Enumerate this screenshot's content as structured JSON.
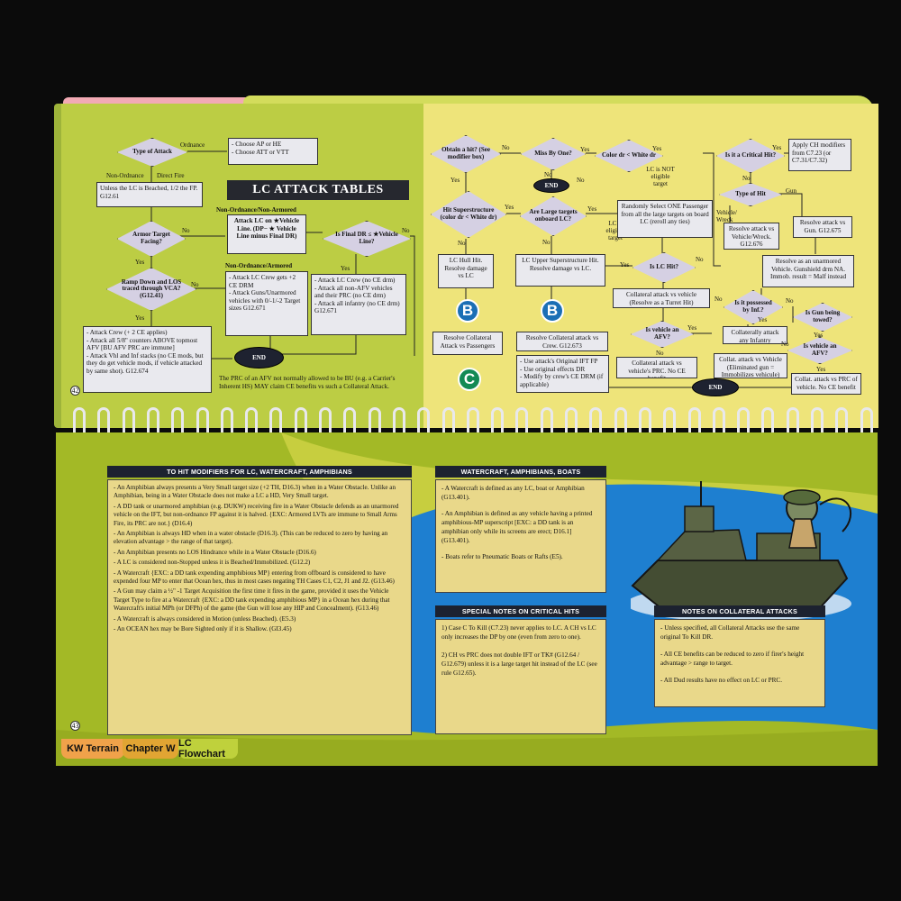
{
  "left_flow": {
    "title": "LC ATTACK TABLES",
    "type_of_attack": "Type of Attack",
    "ordnance_lbl": "Ordnance",
    "ordnance_box": "- Choose AP or HE\n- Choose ATT or VTT",
    "non_ordnance_lbl": "Non-Ordnance",
    "direct_fire_lbl": "Direct Fire",
    "beached_box": "Unless the LC is Beached, 1/2 the FP.                G12.61",
    "armor_facing": "Armor Target Facing?",
    "no_lbl_1": "No",
    "yes_lbl_1": "Yes",
    "ramp_down": "Ramp Down and LOS traced through VCA? (G12.41)",
    "no_lbl_2": "No",
    "yes_lbl_2": "Yes",
    "nona_header": "Non-Ordnance/Non-Armored",
    "attack_lc_box": "Attack LC on ★Vehicle Line. (DP− ★ Vehicle Line minus Final DR)",
    "final_dr": "Is Final DR ≤ ★Vehicle Line?",
    "no_lbl_3": "No",
    "yes_lbl_3": "Yes",
    "noa_header": "Non-Ordnance/Armored",
    "lc_crew_box": "- Attack LC Crew gets +2 CE DRM\n- Attack Guns/Unarmored vehicles with 0/-1/-2 Target sizes                G12.671",
    "crew_no_ce_box": "- Attack LC Crew (no CE drm)\n- Attack all non-AFV vehicles and their PRC (no CE drm)\n- Attack all infantry (no CE drm)              G12.671",
    "attack_crew_box": "- Attack Crew (+ 2 CE applies)\n- Attack all 5/8\" counters ABOVE topmost AFV [BU AFV PRC are immune]\n- Attack Vhl and Inf stacks (no CE mods, but they do get vehicle mods, if vehicle attacked by same shot).          G12.674",
    "end_lbl": "END",
    "footnote": "The PRC of an AFV not normally allowed to be BU (e.g. a Carrier's Inherent HS) MAY claim CE benefits vs such a Collateral Attack.",
    "page_num": "42"
  },
  "right_flow": {
    "obtain_hit": "Obtain a hit? (See modifier box)",
    "miss_by_one": "Miss By One?",
    "color_dr": "Color dr < White dr",
    "end1": "END",
    "lc_not_eligible": "LC is NOT eligible target",
    "hit_superstructure": "Hit Superstructure (color dr < White dr)",
    "large_targets": "Are Large targets onboard LC?",
    "lc_eligible": "LC is eligible target",
    "randomly_select": "Randomly Select ONE Passenger from all the large targets on board LC (reroll any ties)",
    "is_critical": "Is it a Critical Hit?",
    "apply_ch": "Apply CH modifiers from C7.23 (or C7.31/C7.32)",
    "type_of_hit": "Type of Hit",
    "gun_lbl": "Gun",
    "vehicle_wreck_lbl": "Vehicle/ Wreck",
    "resolve_vehicle_wreck": "Resolve attack vs Vehicle/Wreck. G12.676",
    "resolve_gun": "Resolve attack vs Gun. G12.675",
    "unarmored_box": "Resolve as an unarmored Vehicle. Gunshield drm NA. Immob. result = Malf instead",
    "lc_hull_hit": "LC Hull Hit. Resolve damage vs LC",
    "lc_upper_hit": "LC Upper Superstructure Hit. Resolve damage vs LC.",
    "is_lc_hit": "Is LC Hit?",
    "collateral_turret": "Collateral attack vs vehicle (Resolve as a Turret Hit)",
    "is_it_possessed": "Is it possessed by Inf.?",
    "collateral_infantry": "Collaterally attack any Infantry possessing",
    "is_gun_towed": "Is Gun being towed?",
    "is_vehicle_afv_1": "Is vehicle an AFV?",
    "is_vehicle_afv_2": "Is vehicle an AFV?",
    "collateral_prc_1": "Collateral attack vs vehicle's PRC. No CE benefit",
    "collat_vehicle": "Collat. attack vs Vehicle (Eliminated gun = Immobilizes vehicule)",
    "collat_prc_2": "Collat. attack vs PRC of vehicle. No CE benefit",
    "resolve_passengers": "Resolve Collateral Attack vs Passengers",
    "resolve_crew_box": "Resolve Collateral attack vs Crew. G12.673",
    "use_attacks_box": "- Use attack's Original IFT FP\n- Use original effects DR\n- Modify by crew's CE DRM (if applicable)",
    "end2": "END",
    "yes": "Yes",
    "no": "No",
    "circle_b": "B",
    "circle_c": "C"
  },
  "bottom": {
    "modifiers_title": "TO HIT MODIFIERS FOR LC, WATERCRAFT, AMPHIBIANS",
    "modifiers": [
      "- An Amphibian always presents a Very Small target size (+2 TH, D16.3) when in a Water Obstacle. Unlike an Amphibian, being in a Water Obstacle does not make a LC a HD, Very Small target.",
      "- A DD tank or unarmored amphibian (e.g. DUKW) receiving fire in a Water Obstacle defends as an unarmored vehicle on the IFT, but non-ordnance FP against it is halved. {EXC: Armored LVTs are immune to Small Arms Fire, its PRC are not.} (D16.4)",
      "- An Amphibian is always HD when in a water obstacle (D16.3). (This can be reduced to zero by having an elevation advantage > the range of that target).",
      "- An Amphibian presents no LOS Hindrance while in a Water Obstacle (D16.6)",
      "- A LC is considered non-Stopped unless it is Beached/Immobilized. (G12.2)",
      "- A Watercraft {EXC: a DD tank expending amphibious MP} entering from offboard is considered to have expended four MP to enter that Ocean hex, thus in most cases negating TH Cases C1, C2, J1 and J2. (G13.46)",
      "- A Gun may claim a ½\" -1 Target Acquisition the first time it fires in the game, provided it uses the Vehicle Target Type to fire at a Watercraft {EXC: a DD tank expending amphibious MP} in a Ocean hex during that Watercraft's initial MPh (or DFPh) of the game (the Gun will lose any HIP and Concealment). (G13.46)",
      "- A Watercraft is always considered in Motion (unless Beached). (E5.3)",
      "- An OCEAN hex may be Bore Sighted only if it is Shallow.   (GI3.45)"
    ],
    "watercraft_title": "WATERCRAFT, AMPHIBIANS, BOATS",
    "watercraft": [
      "- A Watercraft is defined as any LC, boat or Amphibian (G13.401).",
      "- An Amphibian is defined as any vehicle having a printed amphibious-MP superscript [EXC: a DD tank is an amphibian only while its screens are erect; D16.1] (G13.401).",
      "- Boats refer to Pneumatic Boats or Rafts (E5)."
    ],
    "critical_title": "SPECIAL NOTES ON CRITICAL HITS",
    "critical": [
      "1)   Case C To Kill (C7.23) never applies to LC. A CH vs LC only increases the DP by one (even from zero to one).",
      "2)   CH vs PRC does not double IFT or TK# (G12.64 / G12.679) unless it is a large target hit instead of the LC (see rule G12.65)."
    ],
    "collateral_title": "NOTES ON COLLATERAL ATTACKS",
    "collateral": [
      "- Unless specified, all Collateral Attacks use the same original To Kill DR.",
      "- All CE benefits can be reduced to zero if  firer's height advantage > range to target.",
      "- All Dud results have no effect on LC or PRC."
    ],
    "page_num": "43",
    "tabs": [
      "KW Terrain",
      "Chapter W",
      "LC Flowchart"
    ]
  }
}
